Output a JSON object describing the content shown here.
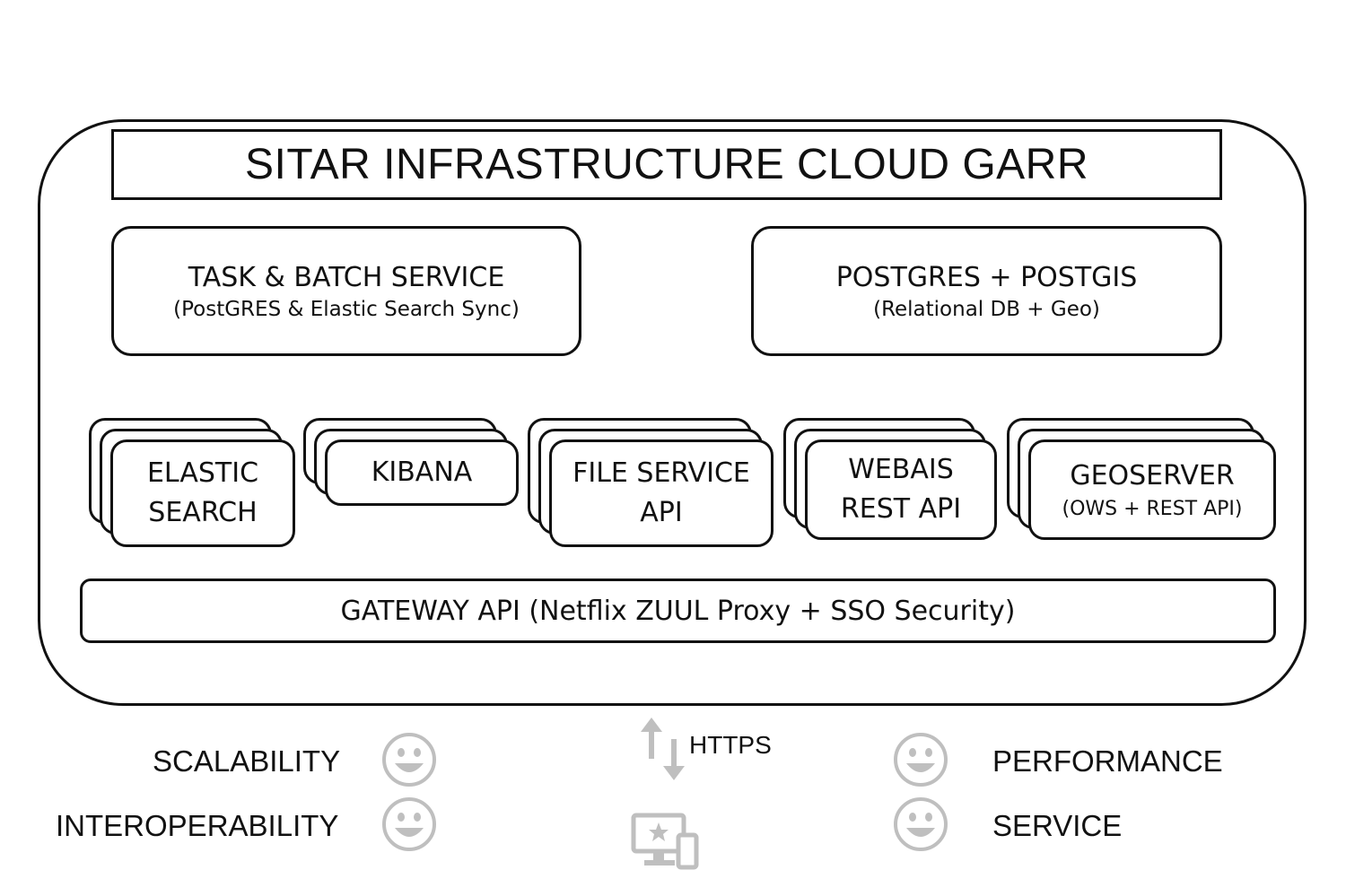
{
  "diagram": {
    "title": "SITAR INFRASTRUCTURE CLOUD GARR",
    "top_services": [
      {
        "name": "TASK & BATCH SERVICE",
        "detail": "(PostGRES & Elastic Search Sync)"
      },
      {
        "name": "POSTGRES + POSTGIS",
        "detail": "(Relational DB + Geo)"
      }
    ],
    "components": [
      {
        "line1": "ELASTIC",
        "line2": "SEARCH",
        "detail": ""
      },
      {
        "line1": "KIBANA",
        "line2": "",
        "detail": ""
      },
      {
        "line1": "FILE SERVICE",
        "line2": "API",
        "detail": ""
      },
      {
        "line1": "WEBAIS",
        "line2": "REST API",
        "detail": ""
      },
      {
        "line1": "GEOSERVER",
        "line2": "",
        "detail": "(OWS + REST API)"
      }
    ],
    "gateway": "GATEWAY API (Netflix ZUUL Proxy + SSO Security)",
    "connection": {
      "label": "HTTPS",
      "icon": "up-down-arrows-icon",
      "client_icon": "devices-icon"
    },
    "features_left": [
      "SCALABILITY",
      "INTEROPERABILITY"
    ],
    "features_right": [
      "PERFORMANCE",
      "SERVICE"
    ],
    "feature_icon": "smiley-icon",
    "colors": {
      "line": "#111111",
      "icon_gray": "#bfbfbf"
    }
  }
}
